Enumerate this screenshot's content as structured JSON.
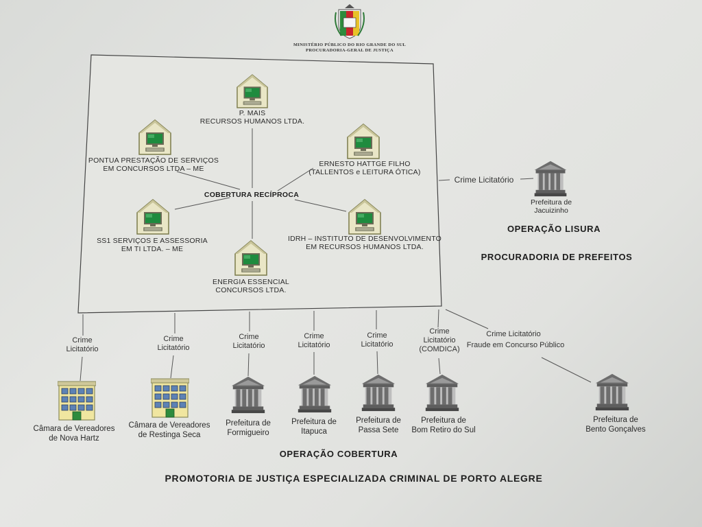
{
  "header": {
    "line1": "MINISTÉRIO PÚBLICO DO RIO GRANDE DO SUL",
    "line2": "PROCURADORIA-GERAL DE JUSTIÇA"
  },
  "center_label": "COBERTURA RECÍPROCA",
  "companies": [
    {
      "id": "pmais",
      "line1": "P. MAIS",
      "line2": "RECURSOS HUMANOS LTDA."
    },
    {
      "id": "pontua",
      "line1": "PONTUA PRESTAÇÃO DE SERVIÇOS",
      "line2": "EM CONCURSOS LTDA – ME"
    },
    {
      "id": "ernesto",
      "line1": "ERNESTO HATTGE FILHO",
      "line2": "(TALLENTOS e LEITURA ÓTICA)"
    },
    {
      "id": "ss1",
      "line1": "SS1 SERVIÇOS E ASSESSORIA",
      "line2": "EM TI LTDA. – ME"
    },
    {
      "id": "idrh",
      "line1": "IDRH – INSTITUTO DE DESENVOLVIMENTO",
      "line2": "EM RECURSOS HUMANOS LTDA."
    },
    {
      "id": "energia",
      "line1": "ENERGIA ESSENCIAL",
      "line2": "CONCURSOS LTDA."
    }
  ],
  "lisura": {
    "crime_label": "Crime Licitatório",
    "target_line1": "Prefeitura de",
    "target_line2": "Jacuizinho",
    "title": "OPERAÇÃO LISURA",
    "subtitle": "PROCURADORIA DE PREFEITOS"
  },
  "targets": [
    {
      "id": "nova-hartz",
      "type": "camara",
      "crime_line1": "Crime",
      "crime_line2": "Licitatório",
      "crime_line3": "",
      "name_line1": "Câmara de Vereadores",
      "name_line2": "de Nova Hartz"
    },
    {
      "id": "restinga-seca",
      "type": "camara",
      "crime_line1": "Crime",
      "crime_line2": "Licitatório",
      "crime_line3": "",
      "name_line1": "Câmara de Vereadores",
      "name_line2": "de Restinga Seca"
    },
    {
      "id": "formigueiro",
      "type": "prefeitura",
      "crime_line1": "Crime",
      "crime_line2": "Licitatório",
      "crime_line3": "",
      "name_line1": "Prefeitura de",
      "name_line2": "Formigueiro"
    },
    {
      "id": "itapuca",
      "type": "prefeitura",
      "crime_line1": "Crime",
      "crime_line2": "Licitatório",
      "crime_line3": "",
      "name_line1": "Prefeitura de",
      "name_line2": "Itapuca"
    },
    {
      "id": "passa-sete",
      "type": "prefeitura",
      "crime_line1": "Crime",
      "crime_line2": "Licitatório",
      "crime_line3": "",
      "name_line1": "Prefeitura de",
      "name_line2": "Passa Sete"
    },
    {
      "id": "bom-retiro",
      "type": "prefeitura",
      "crime_line1": "Crime",
      "crime_line2": "Licitatório",
      "crime_line3": "(COMDICA)",
      "name_line1": "Prefeitura de",
      "name_line2": "Bom Retiro do Sul"
    },
    {
      "id": "bento",
      "type": "prefeitura",
      "crime_line1": "Crime Licitatório",
      "crime_line2": "Fraude em Concurso Público",
      "crime_line3": "",
      "name_line1": "Prefeitura de",
      "name_line2": "Bento Gonçalves"
    }
  ],
  "titles": {
    "cobertura": "OPERAÇÃO COBERTURA",
    "promotoria": "PROMOTORIA DE JUSTIÇA ESPECIALIZADA CRIMINAL DE PORTO ALEGRE"
  },
  "colors": {
    "house_fill": "#e9e6c6",
    "house_border": "#7a7a4a",
    "screen": "#1e8b3e",
    "line": "#555555",
    "building_gray": "#6d6d6d",
    "camara_yellow": "#f0e6a0",
    "window_blue": "#5d82b5",
    "door_green": "#2e8b3d"
  }
}
